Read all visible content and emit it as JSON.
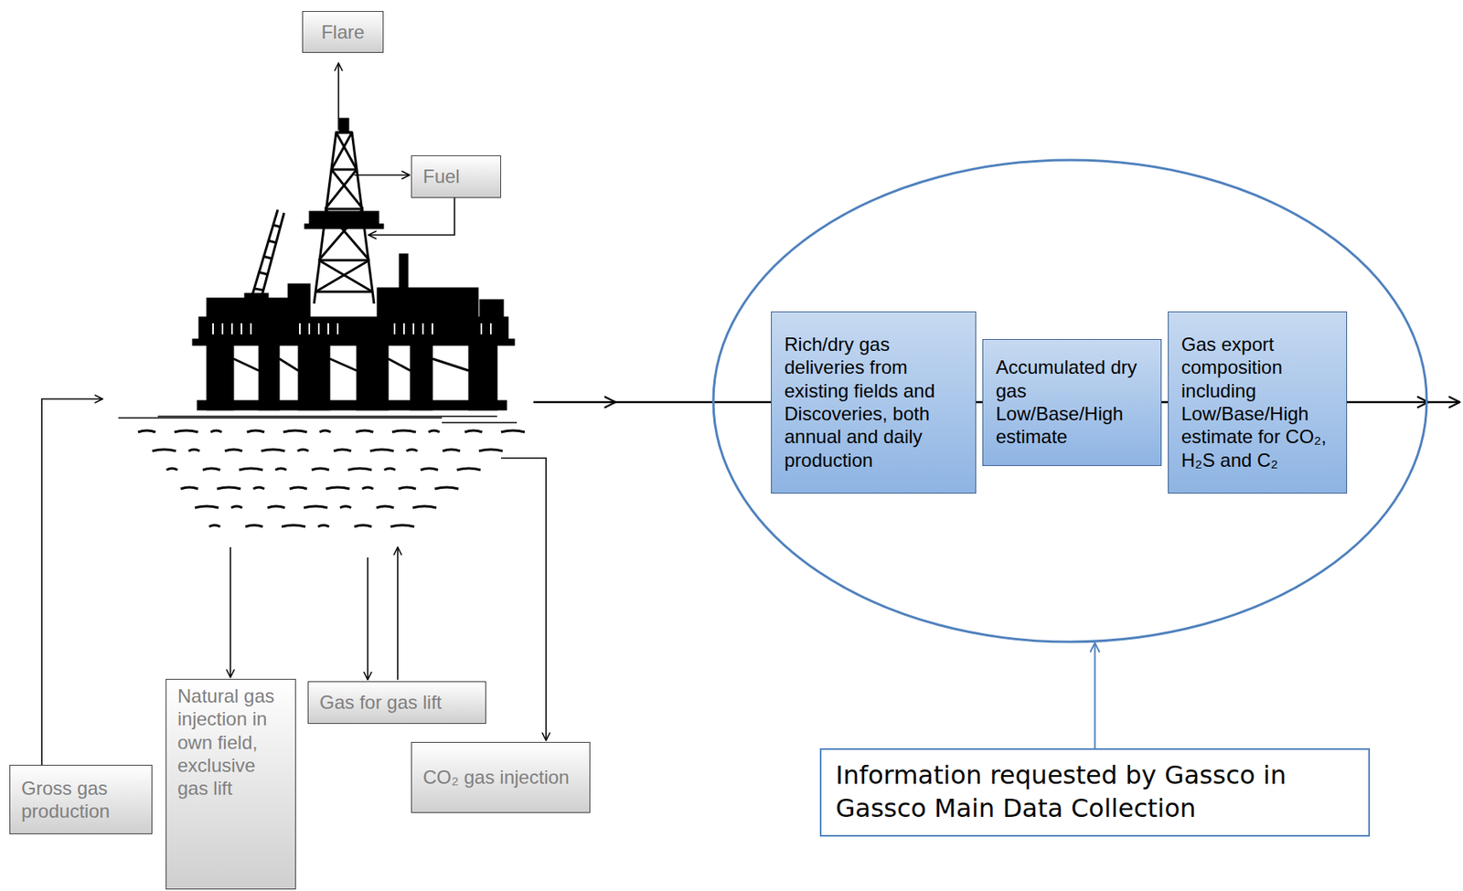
{
  "diagram": {
    "nodes": [
      {
        "text": [
          "Flare"
        ]
      },
      {
        "text": [
          "Fuel"
        ]
      },
      {
        "text": []
      },
      {
        "text": [
          "Rich/dry gas deliveries from existing fields and Discoveries, both annual and daily production"
        ],
        "in": 2
      },
      {
        "text": [
          "Accumulated dry gas Low/Base/High estimate"
        ],
        "in": 2
      },
      {
        "text": [
          "Gas export composition including Low/Base/High estimate for CO₂, H₂S and C₂"
        ],
        "in": 2
      },
      {
        "text": [
          "Gross gas production"
        ]
      },
      {
        "text": [
          "Natural gas injection in own field, exclusive gas lift"
        ]
      },
      {
        "text": [
          "Gas for gas lift"
        ]
      },
      {
        "text": [
          "CO₂ gas injection"
        ]
      },
      {
        "text": [
          "Information requested by Gassco in Gassco Main Data Collection"
        ]
      }
    ],
    "edges": [
      {
        "from": 3,
        "to": 4,
        "arrow": "none"
      },
      {
        "from": 4,
        "to": 5,
        "arrow": "none"
      },
      {
        "from": 10,
        "to": 2,
        "arrow": "to"
      }
    ]
  }
}
